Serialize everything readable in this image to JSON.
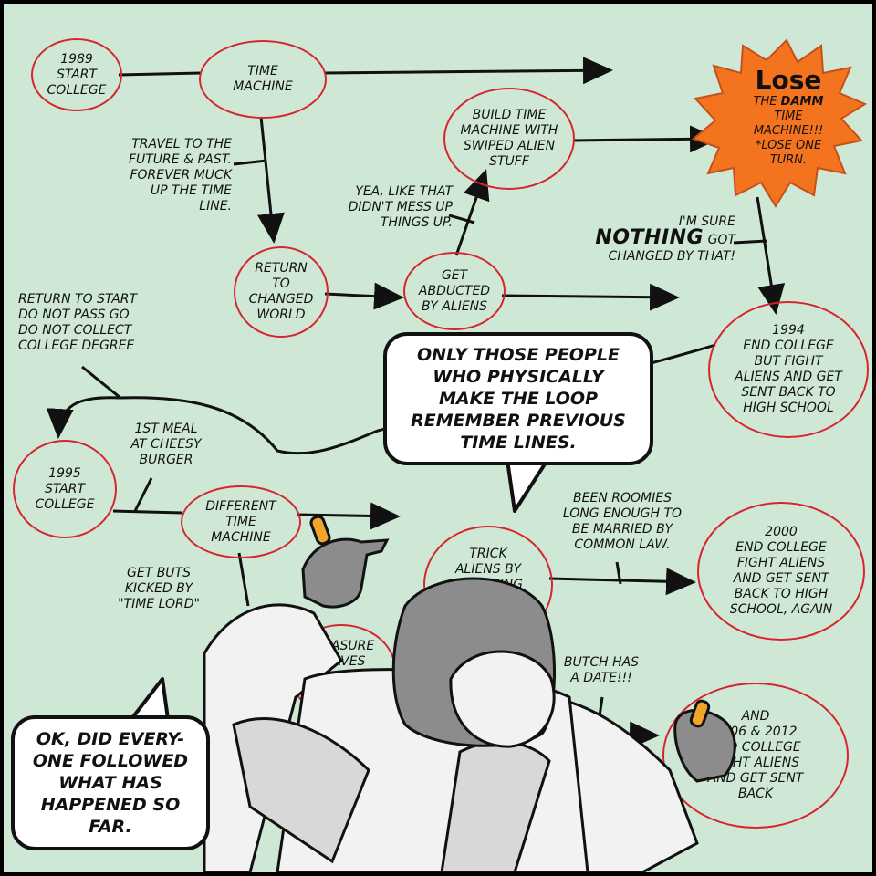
{
  "nodes": {
    "start_1989": "1989\nSTART\nCOLLEGE",
    "time_machine": "TIME\nMACHINE",
    "build_time_machine": "BUILD TIME\nMACHINE WITH\nSWIPED ALIEN\nSTUFF",
    "return_changed_world": "RETURN\nTO\nCHANGED\nWORLD",
    "get_abducted": "GET\nABDUCTED\nBY ALIENS",
    "end_1994": "1994\nEND COLLEGE\nBUT FIGHT\nALIENS AND GET\nSENT BACK TO\nHIGH SCHOOL",
    "start_1995": "1995\nSTART\nCOLLEGE",
    "different_time_machine": "DIFFERENT\nTIME\nMACHINE",
    "trick_aliens": "TRICK\nALIENS BY\nWATCHING\nRED\nWARF",
    "end_2000": "2000\nEND COLLEGE\nFIGHT ALIENS\nAND GET SENT\nBACK TO HIGH\nSCHOOL, AGAIN",
    "end_2006_2012": "AND\n2006 & 2012\nEND COLLEGE\nFIGHT ALIENS\nAND GET SENT\nBACK",
    "pleasure_slaves": "PLEASURE\nSLAVES\nFOR\nPLANET Q"
  },
  "notes": {
    "travel_future_past": "TRAVEL TO THE\nFUTURE & PAST.\nFOREVER MUCK\nUP THE TIME\nLINE.",
    "yea_like_that": "YEA, LIKE THAT\nDIDN'T MESS UP\nTHINGS UP.",
    "return_to_start": "RETURN TO START\nDO NOT PASS GO\nDO NOT COLLECT\nCOLLEGE DEGREE",
    "first_meal": "1ST MEAL\nAT CHEESY\nBURGER",
    "get_buts_kicked": "GET BUTS\nKICKED BY\n\"TIME LORD\"",
    "been_roomies": "BEEN ROOMIES\nLONG ENOUGH TO\nBE MARRIED BY\nCOMMON LAW.",
    "butch_date": "BUTCH HAS\nA DATE!!!"
  },
  "nothing_note": {
    "line1": "I'M SURE",
    "emphasis": "NOTHING",
    "after": " GOT",
    "line3": "CHANGED BY THAT!"
  },
  "lose_star": {
    "title": "Lose",
    "body_pre": "THE ",
    "body_bold": "DAMM",
    "body_post": "\nTIME\nMACHINE!!!\n*LOSE ONE\nTURN."
  },
  "speech": {
    "main": "ONLY THOSE PEOPLE\nWHO PHYSICALLY\nMAKE THE LOOP\nREMEMBER PREVIOUS\nTIME LINES.",
    "side": "OK, DID EVERY-\nONE FOLLOWED\nWHAT HAS\nHAPPENED SO\nFAR."
  },
  "colors": {
    "background": "#cfe8d6",
    "node_border": "#d5262f",
    "star_fill": "#f4731f",
    "suit_white": "#f2f2f2",
    "skin_gray": "#8c8c8c",
    "shirt_orange": "#f39a1e"
  }
}
